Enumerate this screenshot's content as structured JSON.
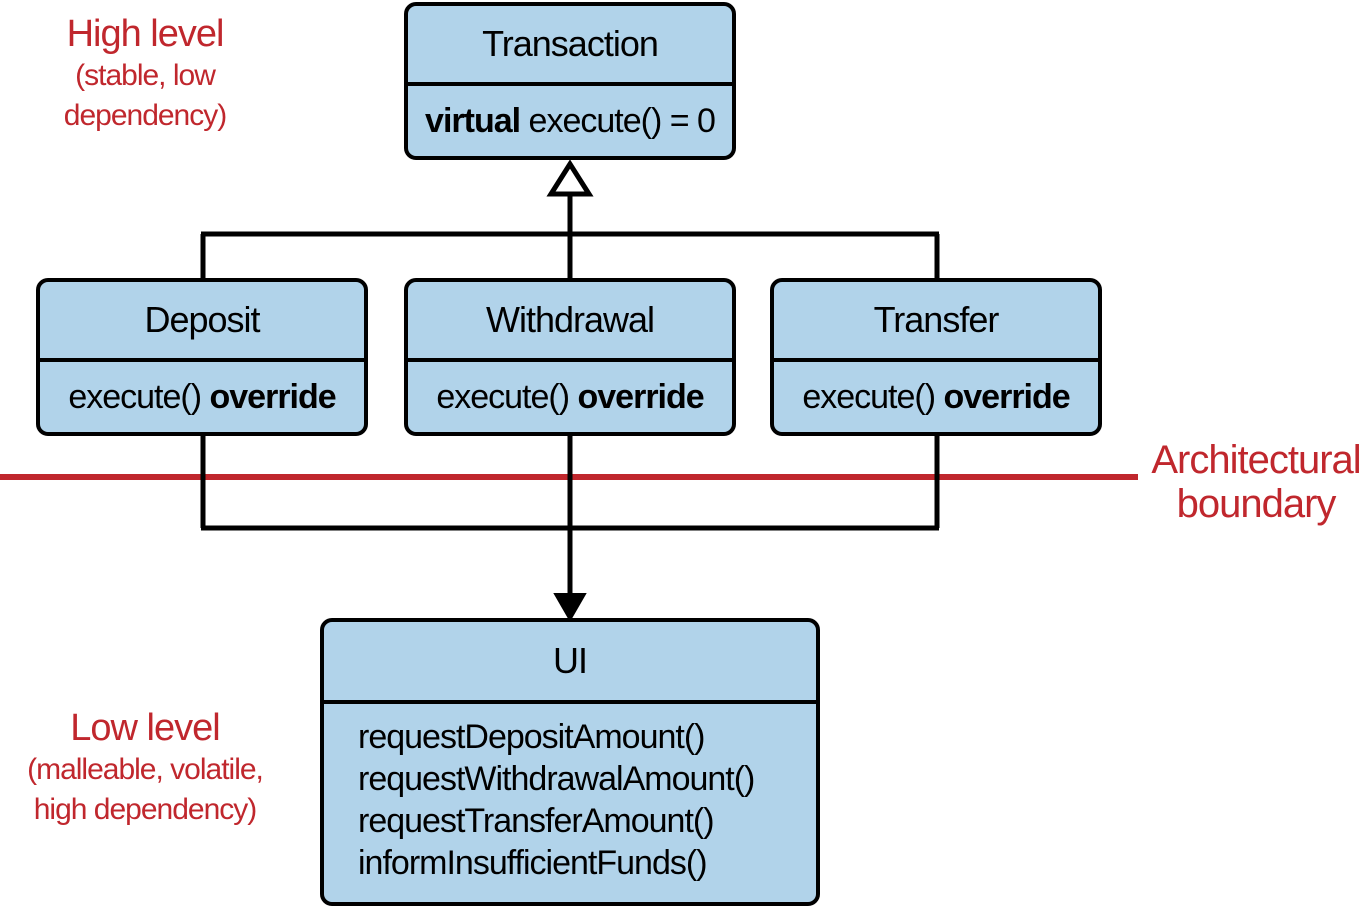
{
  "labels": {
    "high_level": {
      "title": "High level",
      "line1": "(stable, low",
      "line2": "dependency)"
    },
    "low_level": {
      "title": "Low level",
      "line1": "(malleable, volatile,",
      "line2": "high dependency)"
    },
    "boundary": {
      "line1": "Architectural",
      "line2": "boundary"
    }
  },
  "classes": {
    "transaction": {
      "name": "Transaction",
      "method_keyword": "virtual",
      "method_text": "execute() = 0"
    },
    "deposit": {
      "name": "Deposit",
      "method_text": "execute()",
      "method_keyword": "override"
    },
    "withdrawal": {
      "name": "Withdrawal",
      "method_text": "execute()",
      "method_keyword": "override"
    },
    "transfer": {
      "name": "Transfer",
      "method_text": "execute()",
      "method_keyword": "override"
    },
    "ui": {
      "name": "UI",
      "methods": [
        "requestDepositAmount()",
        "requestWithdrawalAmount()",
        "requestTransferAmount()",
        "informInsufficientFunds()"
      ]
    }
  },
  "colors": {
    "box_fill": "#b1d3ea",
    "line": "#000000",
    "accent": "#c0272d"
  }
}
